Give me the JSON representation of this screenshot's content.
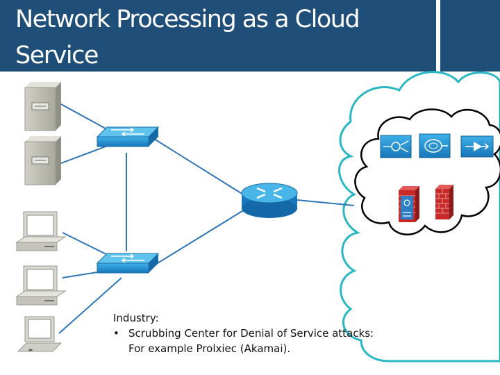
{
  "slide": {
    "title_lines": [
      "Network Processing as a Cloud",
      "Service"
    ]
  },
  "caption": {
    "heading": "Industry:",
    "bullet": "•",
    "bullet_text": "Scrubbing Center for Denial of Service attacks:",
    "continuation": "For example Prolxiec (Akamai)."
  },
  "colors": {
    "title_bar": "#1f4e79",
    "link_line": "#2e75b6",
    "cloud_outline": "#2ab7c4",
    "inner_cloud_outline": "#000000",
    "device_blue": "#1f8fd0"
  },
  "icons": {
    "servers": [
      "server-icon",
      "server-icon"
    ],
    "workstations": [
      "desktop-computer-icon",
      "desktop-computer-icon"
    ],
    "laptop": "laptop-icon",
    "switches": [
      "switch-icon",
      "switch-icon"
    ],
    "router": "router-icon",
    "cloud_services": [
      "load-balancer-icon",
      "ids-sensor-icon",
      "accelerator-icon",
      "firewall-icon",
      "firewall-icon"
    ]
  }
}
